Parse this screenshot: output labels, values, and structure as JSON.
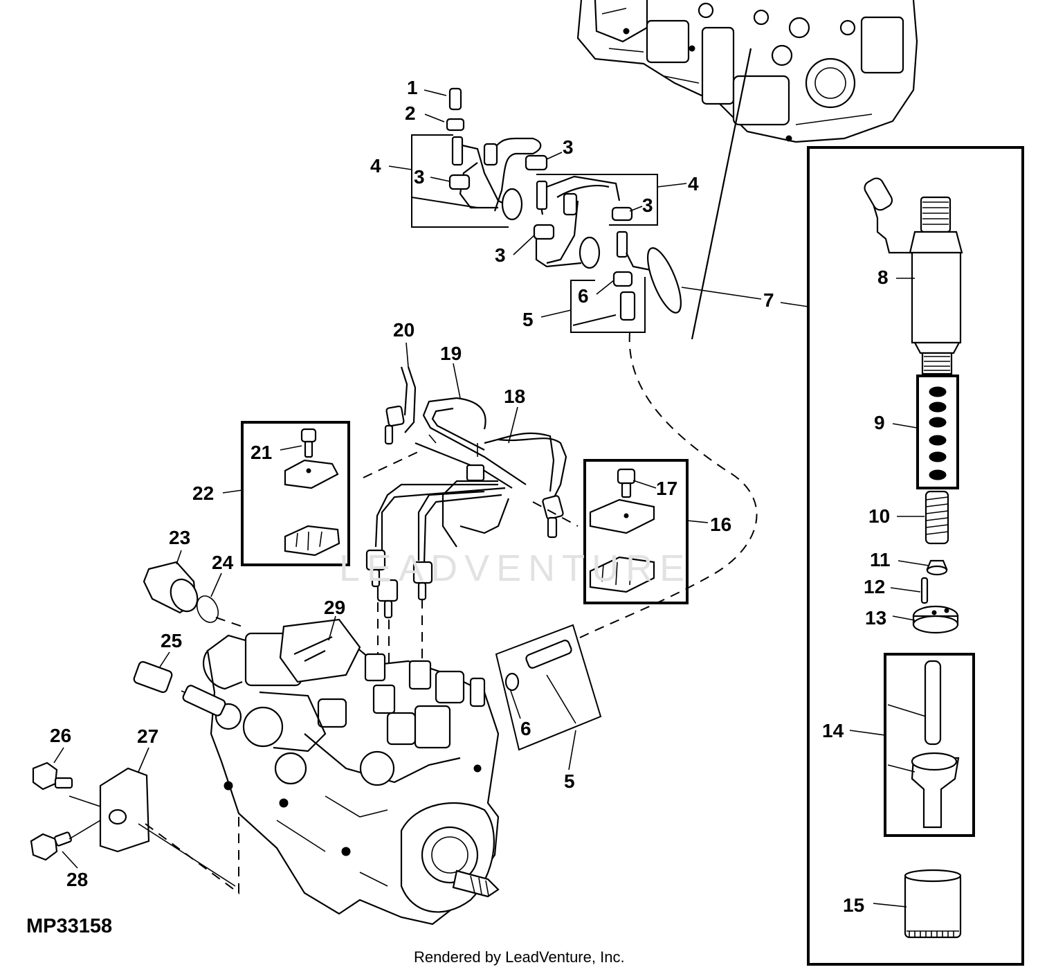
{
  "figure_id": "MP33158",
  "credit": "Rendered by LeadVenture, Inc.",
  "watermark": "LEADVENTURE",
  "callouts": {
    "c1": "1",
    "c2": "2",
    "c3a": "3",
    "c3b": "3",
    "c3c": "3",
    "c3d": "3",
    "c4a": "4",
    "c4b": "4",
    "c5a": "5",
    "c5b": "5",
    "c6a": "6",
    "c6b": "6",
    "c7": "7",
    "c8": "8",
    "c9": "9",
    "c10": "10",
    "c11": "11",
    "c12": "12",
    "c13": "13",
    "c14": "14",
    "c15": "15",
    "c16": "16",
    "c17": "17",
    "c18": "18",
    "c19": "19",
    "c20": "20",
    "c21": "21",
    "c22": "22",
    "c23": "23",
    "c24": "24",
    "c25": "25",
    "c26": "26",
    "c27": "27",
    "c28": "28",
    "c29": "29"
  }
}
